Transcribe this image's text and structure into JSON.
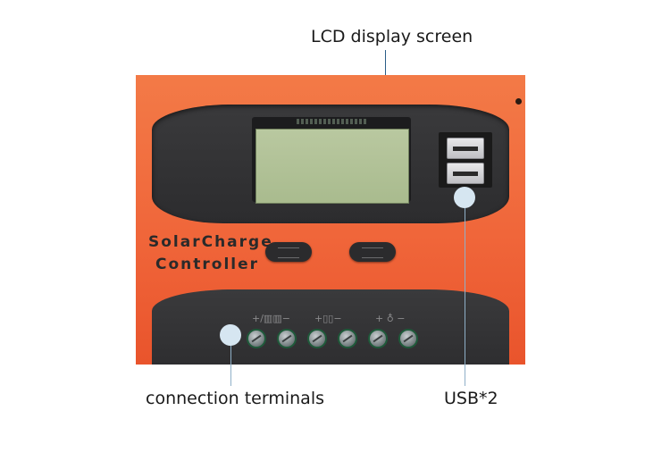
{
  "labels": {
    "lcd": "LCD display screen",
    "terminals": "connection terminals",
    "usb": "USB*2"
  },
  "device": {
    "brand_line_1": "SolarCharge",
    "brand_line_2": "Controller",
    "body_color": "#f0663a",
    "panel_color": "#2e2e30",
    "callout_dot_dark": "#2b5d88",
    "callout_dot_light": "#d6e6f1",
    "terminal_count": 6,
    "usb_port_count": 2
  }
}
